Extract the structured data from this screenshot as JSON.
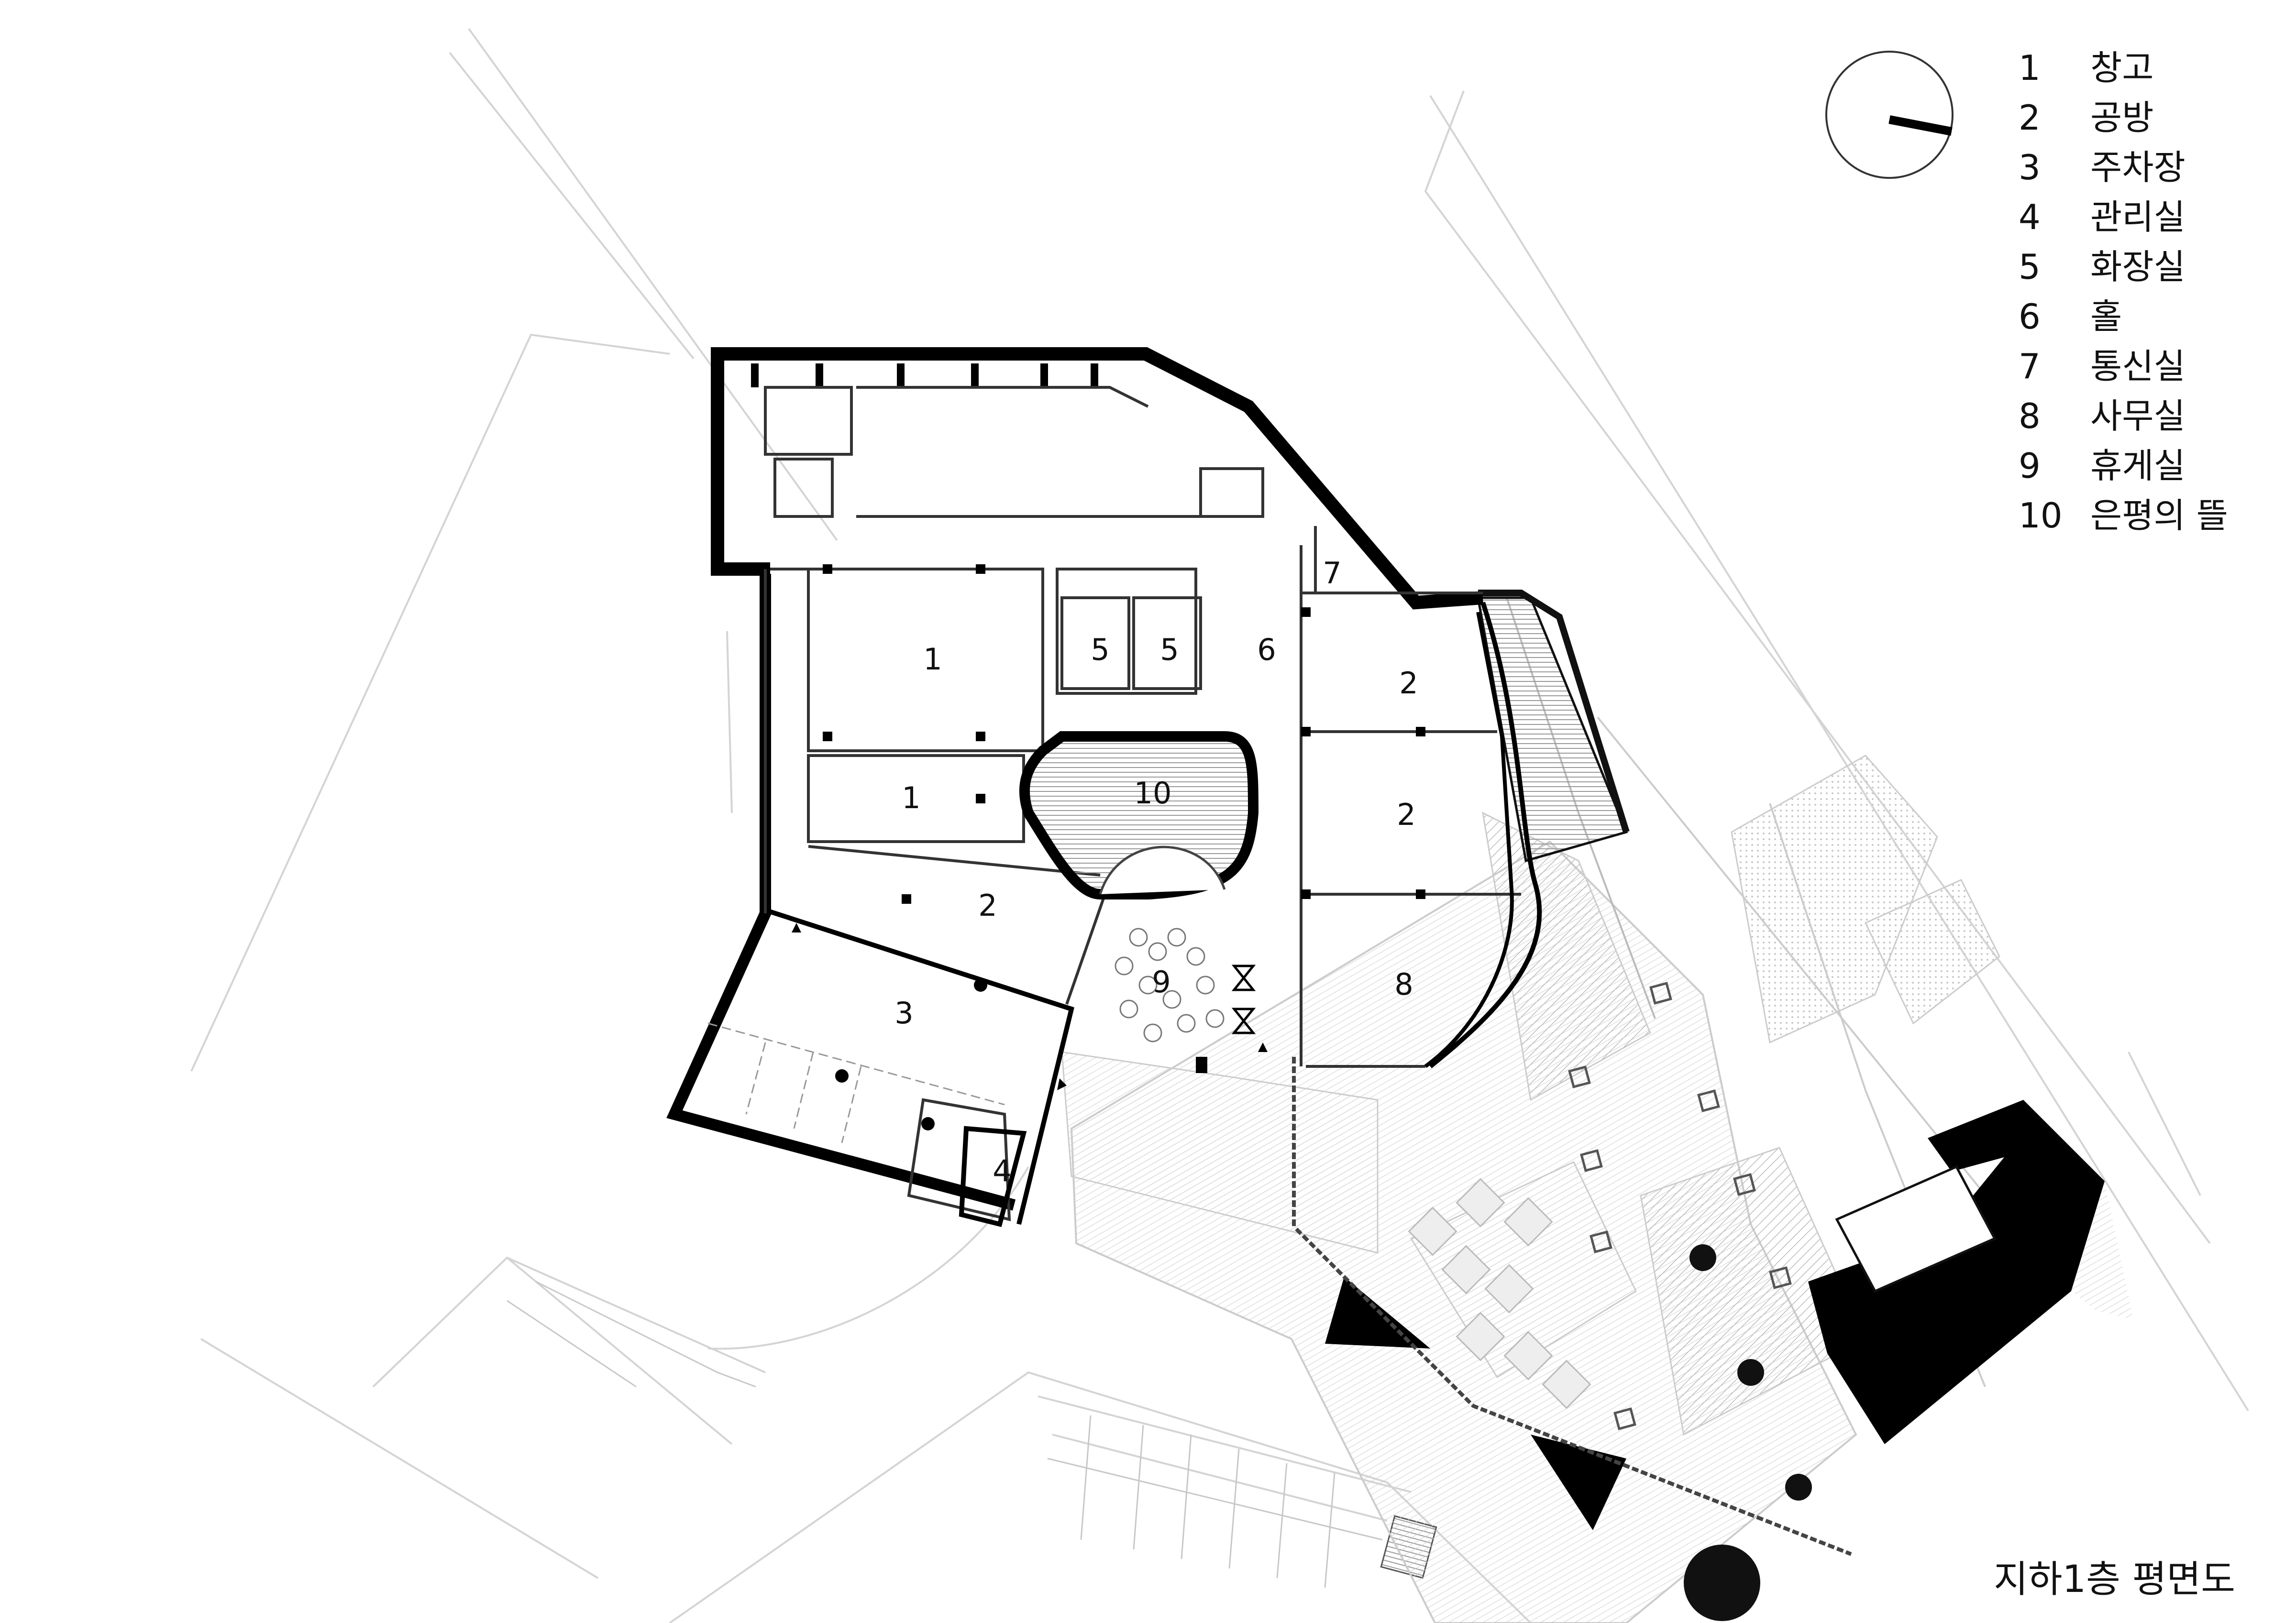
{
  "legend": [
    {
      "num": "1",
      "label": "창고"
    },
    {
      "num": "2",
      "label": "공방"
    },
    {
      "num": "3",
      "label": "주차장"
    },
    {
      "num": "4",
      "label": "관리실"
    },
    {
      "num": "5",
      "label": "화장실"
    },
    {
      "num": "6",
      "label": "홀"
    },
    {
      "num": "7",
      "label": "통신실"
    },
    {
      "num": "8",
      "label": "사무실"
    },
    {
      "num": "9",
      "label": "휴게실"
    },
    {
      "num": "10",
      "label": "은평의 뜰"
    }
  ],
  "rooms": {
    "r1a": "1",
    "r1b": "1",
    "r2a": "2",
    "r2b": "2",
    "r2c": "2",
    "r3": "3",
    "r4": "4",
    "r5a": "5",
    "r5b": "5",
    "r6": "6",
    "r7": "7",
    "r8": "8",
    "r9": "9",
    "r10": "10"
  },
  "title": "지하1층 평면도",
  "north_arrow_icon": "north-arrow-icon"
}
